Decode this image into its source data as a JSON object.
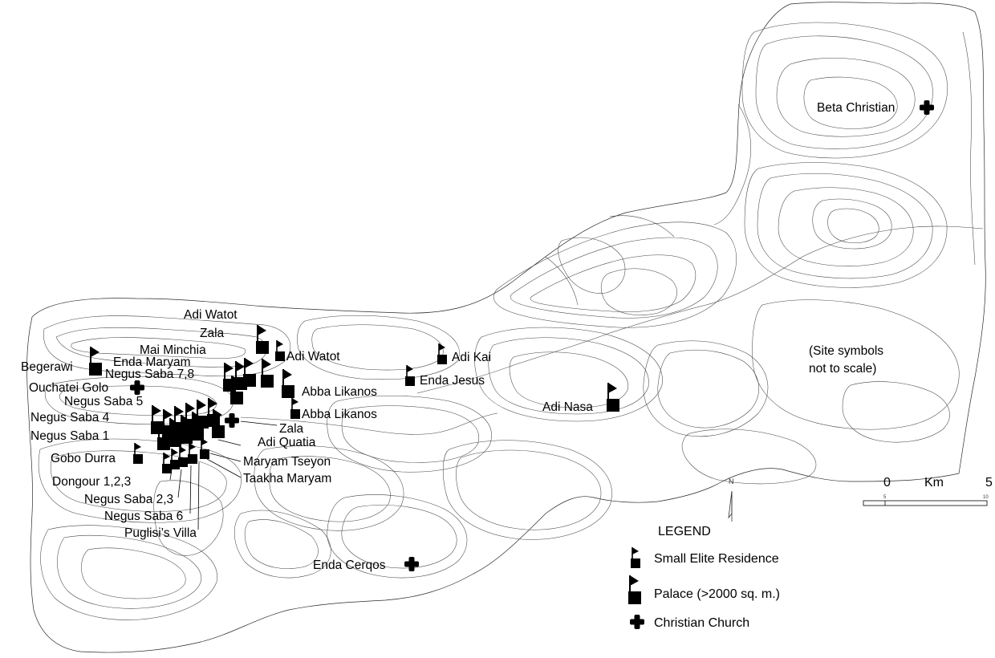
{
  "map": {
    "labels": {
      "beta_christian": "Beta Christian",
      "adi_watot_1": "Adi Watot",
      "zala_1": "Zala",
      "mai_minchia": "Mai Minchia",
      "adi_watot_2": "Adi Watot",
      "enda_maryam": "Enda Maryam",
      "begerawi": "Begerawi",
      "negus_saba_78": "Negus Saba 7,8",
      "ouchatei_golo": "Ouchatei Golo",
      "negus_saba_5": "Negus Saba 5",
      "negus_saba_4": "Negus Saba 4",
      "negus_saba_1": "Negus Saba 1",
      "gobo_durra": "Gobo Durra",
      "dongour": "Dongour 1,2,3",
      "negus_saba_23": "Negus Saba 2,3",
      "negus_saba_6": "Negus Saba 6",
      "puglisi_villa": "Puglisi’s Villa",
      "abba_likanos_1": "Abba Likanos",
      "abba_likanos_2": "Abba Likanos",
      "zala_2": "Zala",
      "adi_quatia": "Adi Quatia",
      "maryam_tseyon": "Maryam Tseyon",
      "taakha_maryam": "Taakha Maryam",
      "adi_kai": "Adi Kai",
      "enda_jesus": "Enda Jesus",
      "adi_nasa": "Adi Nasa",
      "enda_cerqos": "Enda Cerqos"
    },
    "note_line1": "(Site symbols",
    "note_line2": "not to scale)",
    "north": "N",
    "scale": {
      "zero": "0",
      "unit": "Km",
      "five": "5",
      "tick_small_5": "5",
      "tick_small_10": "10"
    },
    "legend": {
      "title": "LEGEND",
      "items": [
        {
          "label": "Small Elite Residence",
          "icon": "small-flag-icon"
        },
        {
          "label": "Palace (>2000 sq. m.)",
          "icon": "large-flag-icon"
        },
        {
          "label": "Christian Church",
          "icon": "cross-icon"
        }
      ]
    }
  }
}
